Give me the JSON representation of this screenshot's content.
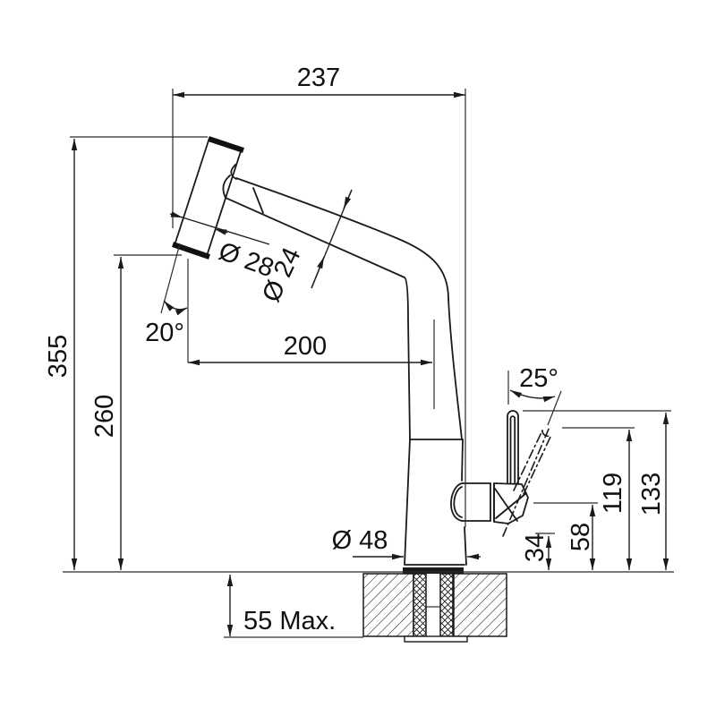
{
  "drawing": {
    "title": "kitchen faucet with pull-out spray - dimension drawing",
    "background_color": "#ffffff",
    "line_color": "#1a1a1a",
    "labels": {
      "top_width": "237",
      "overall_height": "355",
      "spout_height": "260",
      "spray_head_angle": "20°",
      "spray_head_diameter": "Ø 28",
      "spout_tube_diameter": "Ø 24",
      "spout_reach": "200",
      "lever_angle": "25°",
      "lever_height_tilted": "119",
      "lever_height_upright": "133",
      "valve_center_height": "58",
      "valve_bottom_height": "34",
      "base_diameter": "Ø 48",
      "deck_thickness_max": "55 Max."
    }
  }
}
